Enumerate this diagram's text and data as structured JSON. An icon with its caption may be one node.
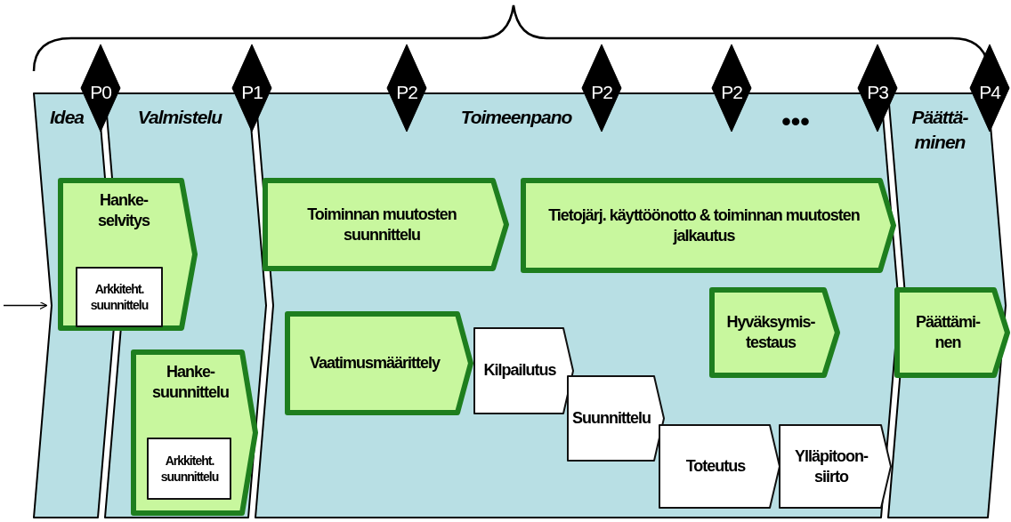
{
  "diagram": {
    "nodes": [
      {
        "text": [
          "P0"
        ]
      },
      {
        "text": [
          "P1"
        ]
      },
      {
        "text": [
          "P2"
        ]
      },
      {
        "text": [
          "P2"
        ]
      },
      {
        "text": [
          "P2"
        ]
      },
      {
        "text": [
          "P3"
        ]
      },
      {
        "text": [
          "P4"
        ]
      },
      {
        "text": [
          "Idea"
        ]
      },
      {
        "text": [
          "Valmistelu"
        ]
      },
      {
        "text": [
          "Toimeenpano"
        ]
      },
      {
        "text": [
          "Päättä- minen"
        ]
      },
      {
        "text": [
          "Hanke- selvitys"
        ]
      },
      {
        "text": [
          "Arkkiteht. suunnittelu"
        ],
        "in": 11
      },
      {
        "text": [
          "Toiminnan muutosten suunnittelu"
        ],
        "in": 9
      },
      {
        "text": [
          "Tietojärj. käyttöönotto & toiminnan muutosten jalkautus"
        ],
        "in": 9
      },
      {
        "text": [
          "Hanke- suunnittelu"
        ],
        "in": 8
      },
      {
        "text": [
          "Arkkiteht. suunnittelu"
        ],
        "in": 15
      },
      {
        "text": [
          "Vaatimusmäärittely"
        ],
        "in": 9
      },
      {
        "text": [
          "Kilpailutus"
        ],
        "in": 9
      },
      {
        "text": [
          "Hyväksymis- testaus"
        ],
        "in": 9
      },
      {
        "text": [
          "Päättämi- nen"
        ],
        "in": 10
      },
      {
        "text": [
          "Suunnittelu"
        ],
        "in": 9
      },
      {
        "text": [
          "Toteutus"
        ],
        "in": 9
      },
      {
        "text": [
          "Ylläpitoon- siirto"
        ],
        "in": 9
      }
    ],
    "edges": [
      {
        "from": null,
        "to": 7,
        "arrow": "to"
      }
    ],
    "labels": [
      "•••"
    ]
  }
}
